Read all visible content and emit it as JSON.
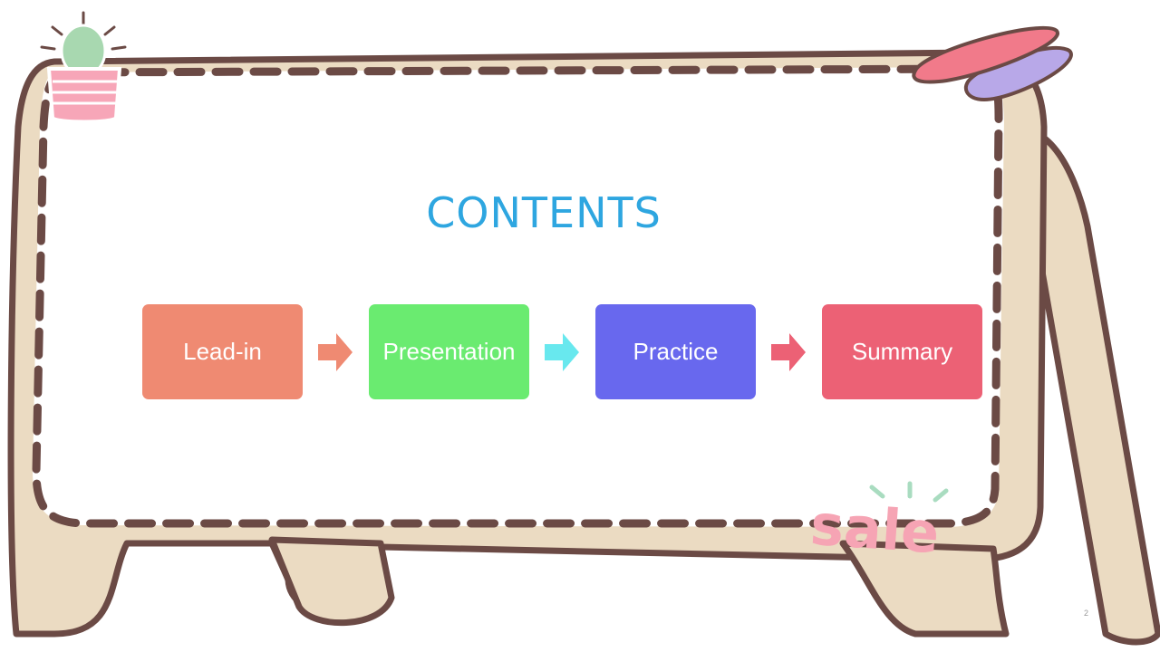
{
  "slide": {
    "title": "CONTENTS",
    "title_color": "#2ea6e0",
    "page_number": "2"
  },
  "steps": [
    {
      "label": "Lead-in",
      "color": "#ef8a72"
    },
    {
      "label": "Presentation",
      "color": "#6aeb70"
    },
    {
      "label": "Practice",
      "color": "#6868ee"
    },
    {
      "label": "Summary",
      "color": "#ec6175"
    }
  ],
  "arrows": [
    {
      "color": "#ef8a72"
    },
    {
      "color": "#68e8ee"
    },
    {
      "color": "#ec6175"
    }
  ],
  "decorations": {
    "sticker_text": "sale",
    "sticker_color": "#f6a4b4",
    "frame_color": "#ebdbc2",
    "outline_color": "#6b4a45",
    "icons": [
      "cactus-pot-icon",
      "hair-clip-icon",
      "sale-sticker-icon"
    ]
  }
}
